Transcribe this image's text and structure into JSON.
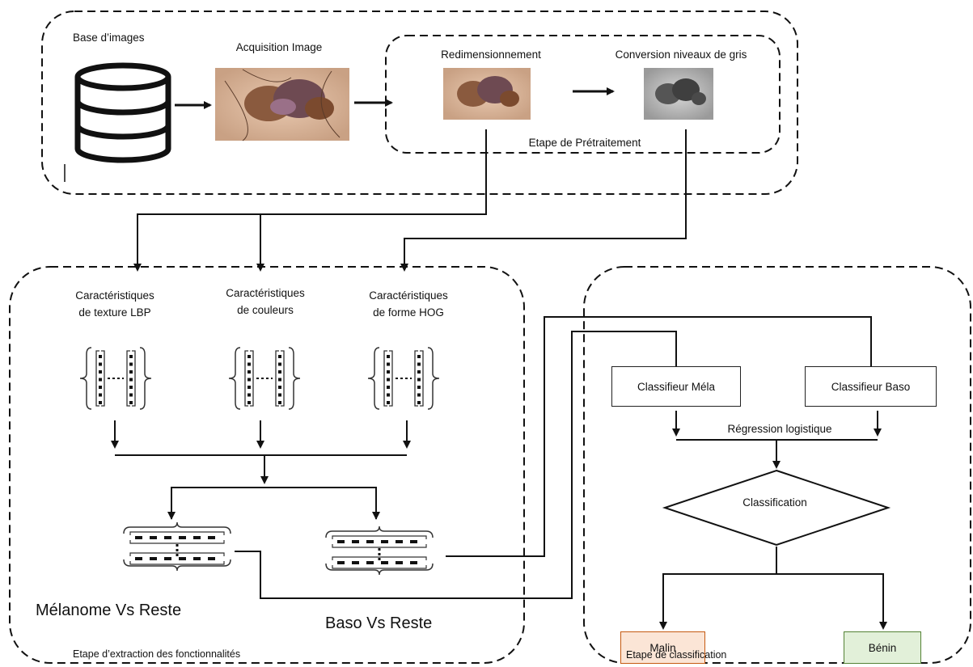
{
  "acquisition": {
    "database_label": "Base d’images",
    "acquisition_label": "Acquisition Image"
  },
  "preprocessing": {
    "resize_label": "Redimensionnement",
    "grayscale_label": "Conversion niveaux de gris",
    "stage_label": "Etape de Prétraitement"
  },
  "extraction": {
    "features": [
      {
        "line1": "Caractéristiques",
        "line2": "de texture LBP"
      },
      {
        "line1": "Caractéristiques",
        "line2": "de couleurs"
      },
      {
        "line1": "Caractéristiques",
        "line2": "de forme HOG"
      }
    ],
    "melanome_label": "Mélanome Vs Reste",
    "baso_label": "Baso Vs Reste",
    "stage_label": "Etape d’extraction des fonctionnalités"
  },
  "classification": {
    "classifier_mela": "Classifieur Méla",
    "classifier_baso": "Classifieur Baso",
    "regression_label": "Régression logistique",
    "decision_label": "Classification",
    "malin_label": "Malin",
    "benin_label": "Bénin",
    "stage_label": "Etape de classification",
    "colors": {
      "malin_fill": "#fbe5d6",
      "malin_border": "#c55a11",
      "benin_fill": "#e2f0d9",
      "benin_border": "#548235"
    }
  },
  "icons": [
    "database-icon",
    "skin-lesion-image",
    "resized-lesion-image",
    "grayscale-lesion-image",
    "feature-vector-icon",
    "combined-vector-icon"
  ]
}
